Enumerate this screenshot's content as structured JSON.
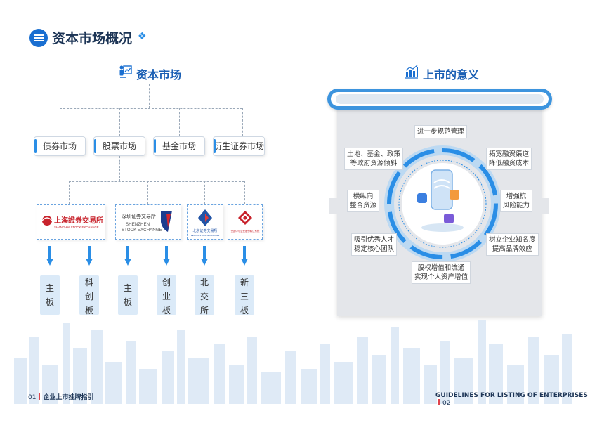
{
  "header": {
    "title": "资本市场概况",
    "deco": "❖"
  },
  "left": {
    "section_title": "资本市场",
    "markets": [
      "债券市场",
      "股票市场",
      "基金市场",
      "衍生证券市场"
    ],
    "exchanges": [
      {
        "name_cn": "上海證券交易所",
        "name_en": "SHANGHAI STOCK EXCHANGE"
      },
      {
        "name_cn": "深圳证券交易所",
        "name_en": "SHENZHEN STOCK EXCHANGE"
      },
      {
        "name_cn": "北京证券交易所",
        "name_en": "BEIJING STOCK EXCHANGE"
      },
      {
        "name_cn": "全国中小企业股份转让系统"
      }
    ],
    "boards": [
      [
        "主",
        "板"
      ],
      [
        "科",
        "创",
        "板"
      ],
      [
        "主",
        "板"
      ],
      [
        "创",
        "业",
        "板"
      ],
      [
        "北",
        "交",
        "所"
      ],
      [
        "新",
        "三",
        "板"
      ]
    ]
  },
  "right": {
    "section_title": "上市的意义",
    "items": [
      [
        "进一步规范管理"
      ],
      [
        "拓宽融资渠道",
        "降低融资成本"
      ],
      [
        "增强抗",
        "风险能力"
      ],
      [
        "树立企业知名度",
        "提高品牌效应"
      ],
      [
        "股权增值和流通",
        "实现个人资产增值"
      ],
      [
        "吸引优秀人才",
        "稳定核心团队"
      ],
      [
        "横纵向",
        "整合资源"
      ],
      [
        "土地、基金、政策",
        "等政府资源倾斜"
      ]
    ]
  },
  "footer": {
    "left_num": "01",
    "left_text": "企业上市挂牌指引",
    "right_text": "GUIDELINES FOR LISTING OF ENTERPRISES",
    "right_num": "02"
  },
  "colors": {
    "primary": "#1a6fd1",
    "accent_red": "#e0424b",
    "board_bg": "#dbeaf8",
    "dark_text": "#1d3556"
  }
}
